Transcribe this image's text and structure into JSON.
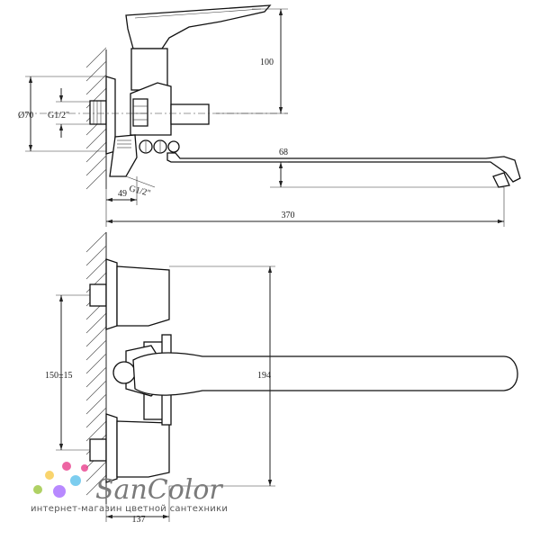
{
  "drawing": {
    "top_view": {
      "height_label": "100",
      "diameter_label": "Ø70",
      "thread_top_label": "G1/2\"",
      "thread_bottom_label": "G1/2\"",
      "spout_drop_label": "68",
      "depth_label": "49",
      "length_label": "370"
    },
    "front_view": {
      "spacing_label": "150±15",
      "height_label": "194",
      "width_label": "137"
    }
  },
  "watermark": {
    "brand": "SanColor",
    "tagline": "интернет-магазин цветной сантехники",
    "dot_colors": [
      "#e83e8c",
      "#f7c948",
      "#5bc0eb",
      "#9bc53d",
      "#a66cff"
    ]
  }
}
